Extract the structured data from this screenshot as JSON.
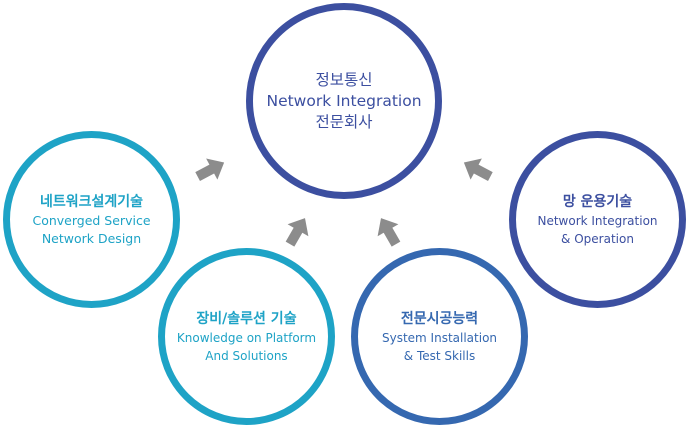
{
  "diagram": {
    "center": {
      "lines": [
        "정보통신",
        "Network Integration",
        "전문회사"
      ]
    },
    "nodes": {
      "design": {
        "title": "네트워크설계기술",
        "sub": [
          "Converged Service",
          "Network Design"
        ]
      },
      "platform": {
        "title": "장비/솔루션 기술",
        "sub": [
          "Knowledge on Platform",
          "And Solutions"
        ]
      },
      "construct": {
        "title": "전문시공능력",
        "sub": [
          "System Installation",
          "& Test Skills"
        ]
      },
      "operation": {
        "title": "망 운용기술",
        "sub": [
          "Network Integration",
          "& Operation"
        ]
      }
    },
    "colors": {
      "dark_blue": "#3c4fa0",
      "mid_blue": "#3568b0",
      "cyan": "#1ea3c6",
      "arrow_gray": "#8c8c8c"
    }
  }
}
